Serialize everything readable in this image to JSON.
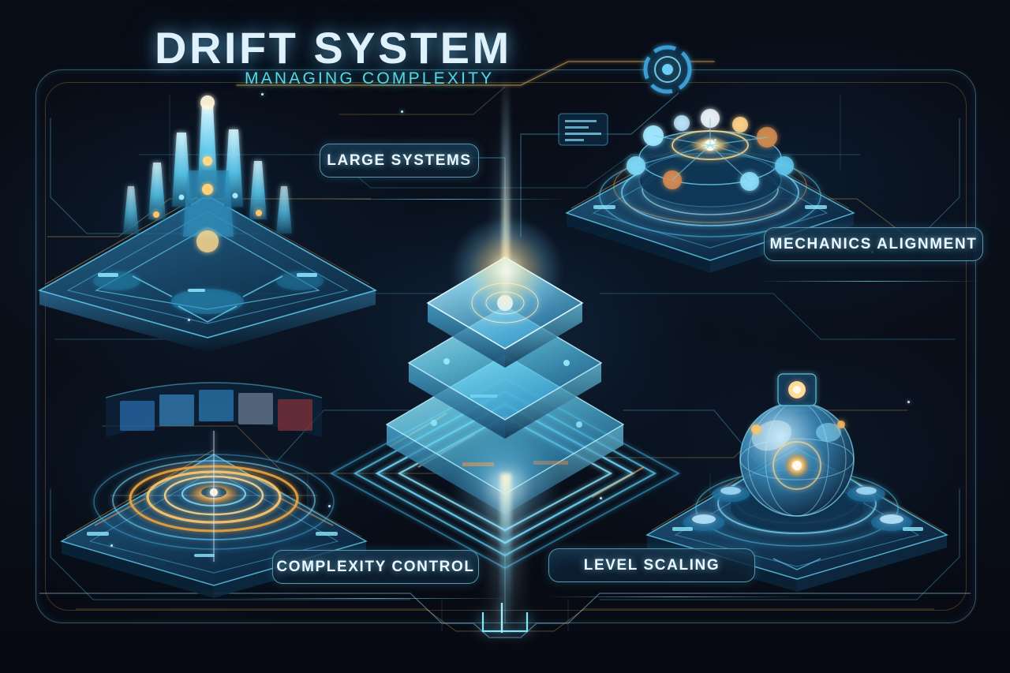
{
  "header": {
    "title": "DRIFT SYSTEM",
    "subtitle": "MANAGING COMPLEXITY"
  },
  "nodes": [
    {
      "id": "large-systems",
      "label": "LARGE SYSTEMS",
      "position": "top-left",
      "icon": "isometric-city-spire-platform",
      "accent": "#5fd8ff"
    },
    {
      "id": "mechanics-alignment",
      "label": "MECHANICS ALIGNMENT",
      "position": "top-right",
      "icon": "isometric-orbital-ring-mechanism",
      "accent": "#ffc265"
    },
    {
      "id": "complexity-control",
      "label": "COMPLEXITY CONTROL",
      "position": "bottom-left",
      "icon": "isometric-concentric-control-rings",
      "accent": "#ffa23c"
    },
    {
      "id": "level-scaling",
      "label": "LEVEL SCALING",
      "position": "bottom-right",
      "icon": "isometric-core-sphere-platform",
      "accent": "#66d4ff"
    }
  ],
  "core": {
    "name": "layered-core-pyramid",
    "tiers": 3,
    "beam": "vertical-light-beam"
  },
  "decor": {
    "hud_dial": "segmented-ring-dial-icon",
    "frame": "rounded-hud-frame",
    "notch": "bottom-center-notch-marker"
  },
  "colors": {
    "background": "#0a0f1a",
    "cyan": "#5fd8ff",
    "teal": "#56d8e8",
    "amber": "#e6a44a",
    "text": "#ecf7ff",
    "frame_line": "#7ebed8"
  }
}
